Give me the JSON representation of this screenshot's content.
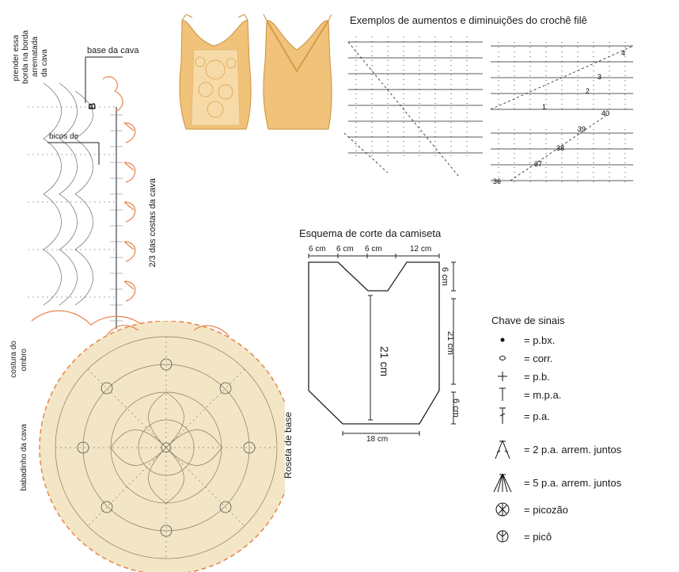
{
  "filet": {
    "title": "Exemplos de aumentos e diminuições do crochê filê",
    "row_numbers": [
      "1",
      "2",
      "3",
      "4",
      "36",
      "37",
      "38",
      "39",
      "40"
    ]
  },
  "garment": {
    "title": "Esquema de corte da camiseta",
    "top_measures": [
      "6 cm",
      "6 cm",
      "6 cm",
      "12 cm"
    ],
    "side_top": "6 cm",
    "side_middle": "21 cm",
    "side_bottom": "6 cm",
    "center": "21 cm",
    "bottom": "18 cm"
  },
  "key": {
    "title": "Chave de sinais",
    "items": [
      {
        "symbol": "dot-icon",
        "label": "= p.bx."
      },
      {
        "symbol": "oval-icon",
        "label": "= corr."
      },
      {
        "symbol": "plus-icon",
        "label": "= p.b."
      },
      {
        "symbol": "t-stitch-icon",
        "label": "= m.p.a."
      },
      {
        "symbol": "double-crochet-icon",
        "label": "= p.a."
      },
      {
        "symbol": "fan-2-icon",
        "label": "= 2 p.a. arrem. juntos"
      },
      {
        "symbol": "fan-5-icon",
        "label": "= 5 p.a. arrem. juntos"
      },
      {
        "symbol": "picozao-icon",
        "label": "= picozão"
      },
      {
        "symbol": "pico-icon",
        "label": "= picô"
      }
    ]
  },
  "left_chart": {
    "base_cava": "base da cava",
    "marker_b": "B",
    "bicos": "bicos de",
    "prender": [
      "prender essa",
      "borda na borda",
      "arrematada",
      "da cava"
    ],
    "costas": "2/3 das costas da cava",
    "costura": [
      "costura do",
      "ombro"
    ],
    "babadinho": "babadinho da cava"
  },
  "roseta_label": "Roseta de base",
  "colors": {
    "orange": "#e8834a",
    "cream": "#f3e6c6",
    "garment": "#f0c27a",
    "ghost": "#d4d9e4"
  }
}
